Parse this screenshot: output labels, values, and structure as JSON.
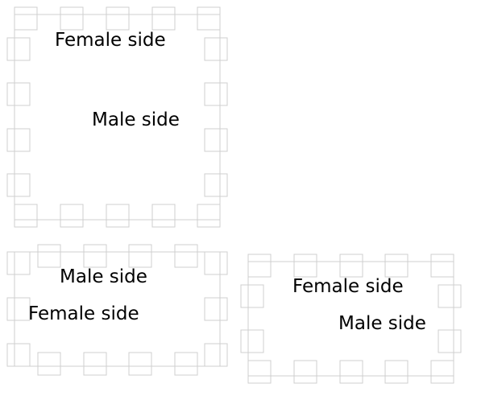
{
  "panels": [
    {
      "id": "top-left",
      "labels": {
        "upper": "Female side",
        "lower": "Male side"
      }
    },
    {
      "id": "bottom-left",
      "labels": {
        "upper": "Male side",
        "lower": "Female side"
      }
    },
    {
      "id": "bottom-right",
      "labels": {
        "upper": "Female side",
        "lower": "Male side"
      }
    }
  ],
  "colors": {
    "outline": "#cfcfcf",
    "text": "#000000",
    "background": "#ffffff"
  }
}
